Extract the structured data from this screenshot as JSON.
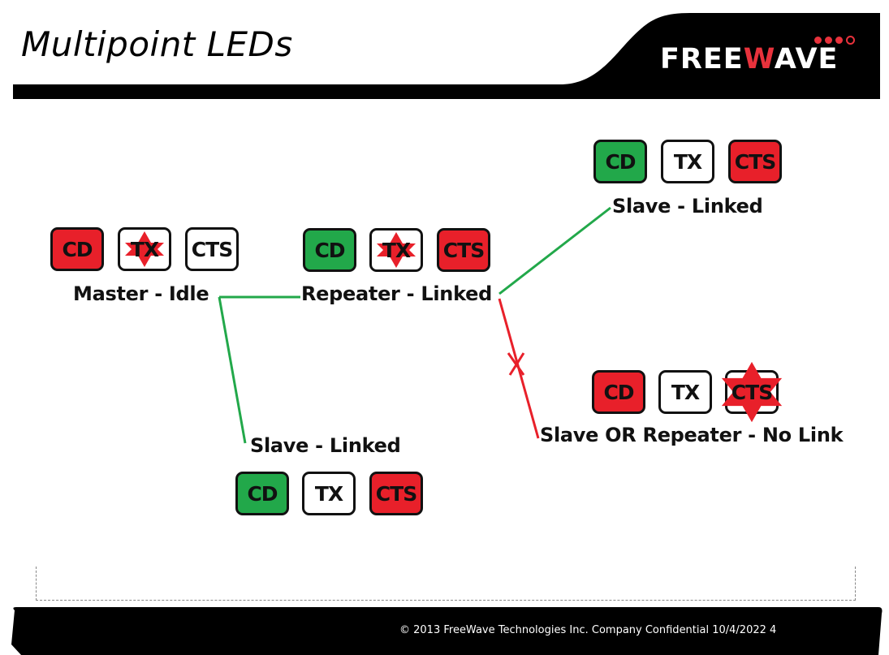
{
  "slide": {
    "title": "Multipoint LEDs",
    "logo": {
      "prefix": "FREE",
      "highlight": "W",
      "suffix": "AVE"
    },
    "footer": "© 2013 FreeWave Technologies Inc. Company Confidential 10/4/2022 4"
  },
  "colors": {
    "red": "#e8202a",
    "green": "#22a84a",
    "link_green": "#22a84a",
    "link_red": "#e8202a",
    "brand_red": "#e8323c"
  },
  "nodes": {
    "master": {
      "label": "Master - Idle",
      "leds": [
        {
          "name": "CD",
          "state": "red"
        },
        {
          "name": "TX",
          "state": "white",
          "flash": true
        },
        {
          "name": "CTS",
          "state": "white"
        }
      ]
    },
    "repeater": {
      "label": "Repeater - Linked",
      "leds": [
        {
          "name": "CD",
          "state": "green"
        },
        {
          "name": "TX",
          "state": "white",
          "flash": true
        },
        {
          "name": "CTS",
          "state": "red"
        }
      ]
    },
    "slave_top": {
      "label": "Slave - Linked",
      "leds": [
        {
          "name": "CD",
          "state": "green"
        },
        {
          "name": "TX",
          "state": "white"
        },
        {
          "name": "CTS",
          "state": "red"
        }
      ]
    },
    "slave_bottom": {
      "label": "Slave - Linked",
      "leds": [
        {
          "name": "CD",
          "state": "green"
        },
        {
          "name": "TX",
          "state": "white"
        },
        {
          "name": "CTS",
          "state": "red"
        }
      ]
    },
    "nolink": {
      "label": "Slave OR Repeater - No Link",
      "leds": [
        {
          "name": "CD",
          "state": "red"
        },
        {
          "name": "TX",
          "state": "white"
        },
        {
          "name": "CTS",
          "state": "white",
          "flash": true
        }
      ]
    }
  },
  "links": {
    "broken_marker": "X"
  }
}
